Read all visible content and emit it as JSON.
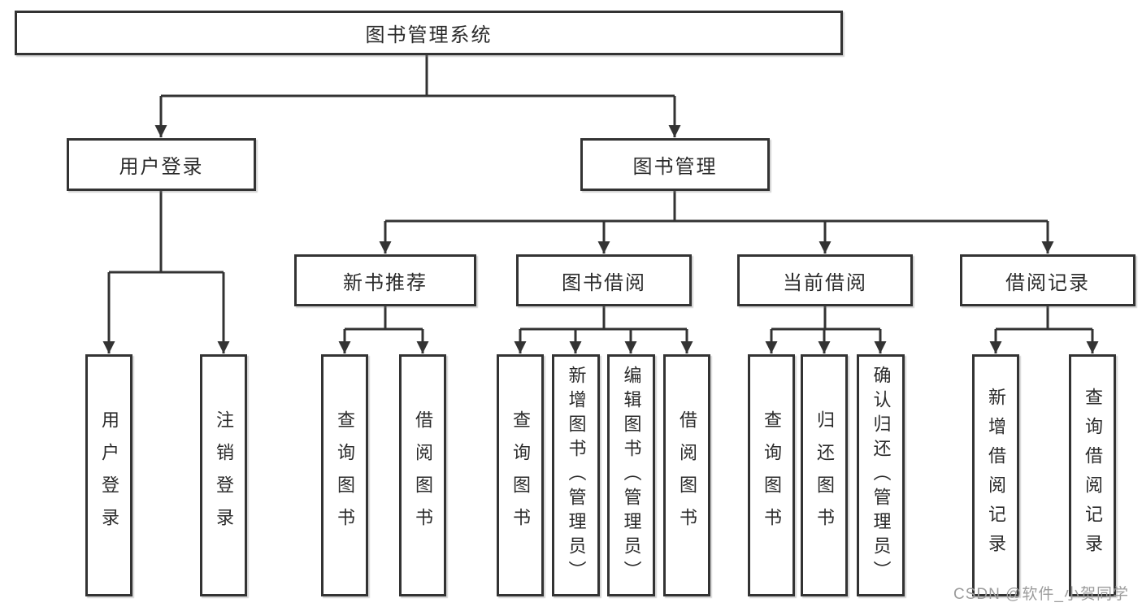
{
  "diagram": {
    "root": "图书管理系统",
    "user_login": {
      "label": "用户登录",
      "children": [
        "用户登录",
        "注销登录"
      ]
    },
    "book_mgmt": {
      "label": "图书管理",
      "groups": [
        {
          "label": "新书推荐",
          "children": [
            "查询图书",
            "借阅图书"
          ]
        },
        {
          "label": "图书借阅",
          "children": [
            "查询图书",
            "新增图书（管理员）",
            "编辑图书（管理员）",
            "借阅图书"
          ]
        },
        {
          "label": "当前借阅",
          "children": [
            "查询图书",
            "归还图书",
            "确认归还（管理员）"
          ]
        },
        {
          "label": "借阅记录",
          "children": [
            "新增借阅记录",
            "查询借阅记录"
          ]
        }
      ]
    }
  },
  "watermark": "CSDN @软件_小贺同学",
  "colors": {
    "line": "#333333",
    "text": "#2b2b2b",
    "watermark": "#9c9c9c",
    "background": "#ffffff"
  }
}
